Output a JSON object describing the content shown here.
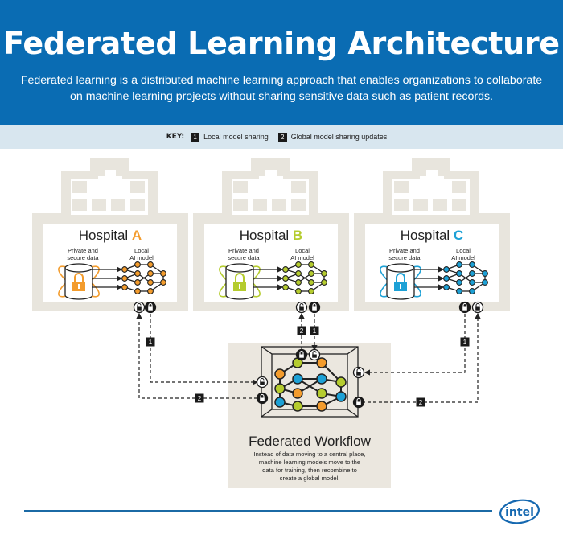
{
  "header": {
    "title": "Federated Learning Architecture",
    "subtitle": "Federated learning is a distributed machine learning approach that enables organizations to collaborate on machine learning projects without sharing sensitive data such as patient records."
  },
  "key": {
    "label": "KEY:",
    "items": [
      {
        "badge": "1",
        "text": "Local model sharing"
      },
      {
        "badge": "2",
        "text": "Global model sharing updates"
      }
    ]
  },
  "hospitals": [
    {
      "name": "Hospital",
      "letter": "A",
      "color": "#f39c2d",
      "data_label_1": "Private and",
      "data_label_2": "secure data",
      "model_label_1": "Local",
      "model_label_2": "AI model"
    },
    {
      "name": "Hospital",
      "letter": "B",
      "color": "#b5cc2e",
      "data_label_1": "Private and",
      "data_label_2": "secure data",
      "model_label_1": "Local",
      "model_label_2": "AI model"
    },
    {
      "name": "Hospital",
      "letter": "C",
      "color": "#1da1d6",
      "data_label_1": "Private and",
      "data_label_2": "secure data",
      "model_label_1": "Local",
      "model_label_2": "AI model"
    }
  ],
  "federated": {
    "title": "Federated Workflow",
    "desc_1": "Instead of data moving to a central place,",
    "desc_2": "machine learning models move to the",
    "desc_3": "data for training, then recombine to",
    "desc_4": "create a global model."
  },
  "connector_badges": {
    "local": "1",
    "global": "2"
  },
  "colors": {
    "header_blue": "#0a6cb3",
    "key_bg": "#d8e6ef",
    "building": "#e8e5dd",
    "federated_bg": "#ebe7df",
    "orange": "#f39c2d",
    "green": "#b5cc2e",
    "blue": "#1da1d6"
  },
  "footer": {
    "logo_text": "intel"
  }
}
